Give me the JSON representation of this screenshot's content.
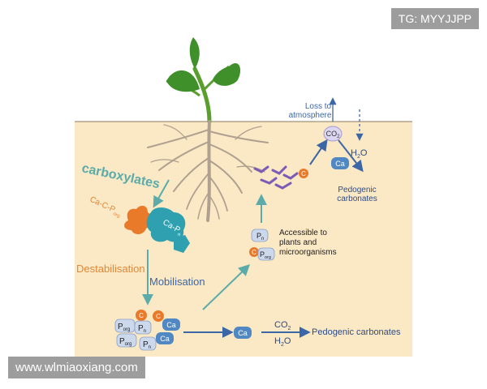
{
  "watermark_top": "TG: MYYJJPP",
  "watermark_bottom": "www.wlmiaoxiang.com",
  "labels": {
    "loss": "Loss to",
    "atmosphere": "atmosphere",
    "co2_top": "CO",
    "co2_top_sub": "2",
    "h2o_top": "H",
    "h2o_top_sub": "2",
    "h2o_top_end": "O",
    "ca_top": "Ca",
    "pedogenic_top_1": "Pedogenic",
    "pedogenic_top_2": "carbonates",
    "carboxylates": "carboxylates",
    "ca_c_porg": "Ca-C-P",
    "ca_c_porg_sub": "org",
    "ca_pn": "Ca-P",
    "ca_pn_sub": "n",
    "destabilisation": "Destabilisation",
    "mobilisation": "Mobilisation",
    "accessible_1": "Accessible to",
    "accessible_2": "plants and",
    "accessible_3": "microorganisms",
    "p": "P",
    "sub_n": "n",
    "sub_org": "org",
    "c": "C",
    "ca": "Ca",
    "co2_bottom": "CO",
    "co2_bottom_sub": "2",
    "h2o_bottom": "H",
    "h2o_bottom_sub": "2",
    "h2o_bottom_end": "O",
    "pedogenic_bottom": "Pedogenic carbonates"
  },
  "colors": {
    "soil": "#fbe8c4",
    "surface_line": "#8a7a5e",
    "root": "#b0a090",
    "leaf": "#3f8f2a",
    "stem": "#5a9e2e",
    "teal_arrow": "#5aabaa",
    "navy_arrow": "#3c67a6",
    "orange": "#e87a2a",
    "teal_shape": "#2ea0b0",
    "blue_ca": "#4f88c2",
    "p_chip": "#ccd8ec",
    "purple": "#7a5cb6",
    "text_navy": "#2d4c86",
    "text_orange": "#e08838"
  }
}
